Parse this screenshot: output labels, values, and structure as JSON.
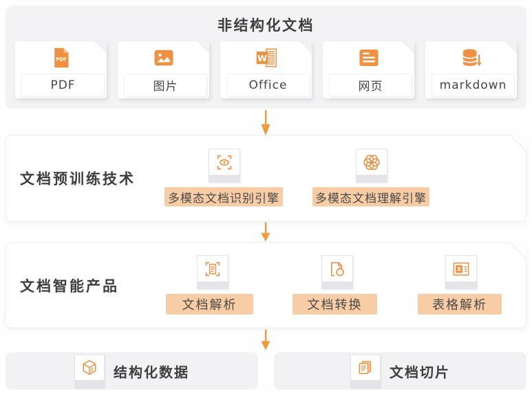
{
  "colors": {
    "accent_orange": "#ef9142",
    "arrow_orange": "#f09a40",
    "tag_background": "#f8cda6",
    "tag_text": "#4a4a4a",
    "panel_gray": "#f3f3f5",
    "heading_text": "#3e3e3e"
  },
  "flow": {
    "top_panel": {
      "title": "非结构化文档",
      "items": [
        {
          "label": "PDF",
          "icon": "pdf-file-icon"
        },
        {
          "label": "图片",
          "icon": "image-icon"
        },
        {
          "label": "Office",
          "icon": "word-document-icon"
        },
        {
          "label": "网页",
          "icon": "webpage-icon"
        },
        {
          "label": "markdown",
          "icon": "database-icon"
        }
      ]
    },
    "pretrain_panel": {
      "title": "文档预训练技术",
      "items": [
        {
          "label": "多模态文档识别引擎",
          "icon": "scan-eye-icon"
        },
        {
          "label": "多模态文档理解引擎",
          "icon": "atom-icon"
        }
      ]
    },
    "product_panel": {
      "title": "文档智能产品",
      "items": [
        {
          "label": "文档解析",
          "icon": "document-scan-icon"
        },
        {
          "label": "文档转换",
          "icon": "document-convert-icon"
        },
        {
          "label": "表格解析",
          "icon": "table-parse-icon"
        }
      ]
    },
    "output_row": {
      "items": [
        {
          "label": "结构化数据",
          "icon": "cube-icon"
        },
        {
          "label": "文档切片",
          "icon": "document-slice-icon"
        }
      ]
    },
    "arrow_icon": "arrow-down-icon"
  }
}
